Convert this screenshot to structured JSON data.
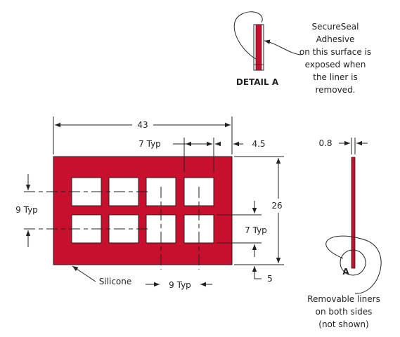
{
  "colors": {
    "silicone": "#c8102e",
    "outline": "#222222",
    "background": "#ffffff"
  },
  "detail": {
    "title": "DETAIL A",
    "note_lines": [
      "SecureSeal",
      "Adhesive",
      "on this surface is",
      "exposed when",
      "the liner is",
      "removed."
    ]
  },
  "dims": {
    "overall_width": "43",
    "pitch_x": "7 Typ",
    "edge_margin_x": "4.5",
    "overall_height": "26",
    "pitch_y_left": "9 Typ",
    "pitch_y_right": "7 Typ",
    "bottom_margin": "5",
    "pitch_x_bottom": "9 Typ",
    "thickness": "0.8"
  },
  "labels": {
    "material": "Silicone",
    "detail_ref": "A",
    "liner_lines": [
      "Removable liners",
      "on both sides",
      "(not shown)"
    ]
  },
  "grid": {
    "rows": 2,
    "columns": 4
  }
}
